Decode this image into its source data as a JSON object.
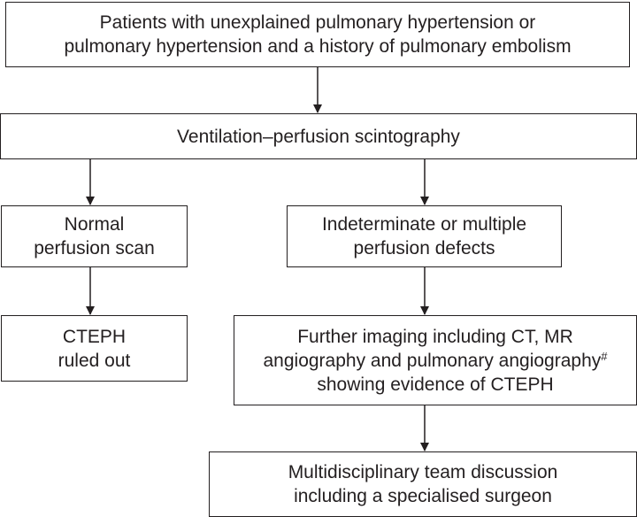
{
  "diagram": {
    "top_box": {
      "line1": "Patients with unexplained pulmonary hypertension or",
      "line2": "pulmonary hypertension and a history of pulmonary embolism"
    },
    "scintigraphy_box": {
      "line1": "Ventilation–perfusion scintography"
    },
    "normal_box": {
      "line1": "Normal",
      "line2": "perfusion scan"
    },
    "indeterminate_box": {
      "line1": "Indeterminate or multiple",
      "line2": "perfusion defects"
    },
    "ruled_out_box": {
      "line1": "CTEPH",
      "line2": "ruled out"
    },
    "imaging_box": {
      "line1": "Further imaging including CT, MR",
      "line2": "angiography and pulmonary angiography",
      "footnote_mark": "#",
      "line3": "showing evidence of CTEPH"
    },
    "mdt_box": {
      "line1": "Multidisciplinary team discussion",
      "line2": "including a specialised surgeon"
    }
  },
  "colors": {
    "stroke": "#231f20",
    "background": "#ffffff"
  }
}
